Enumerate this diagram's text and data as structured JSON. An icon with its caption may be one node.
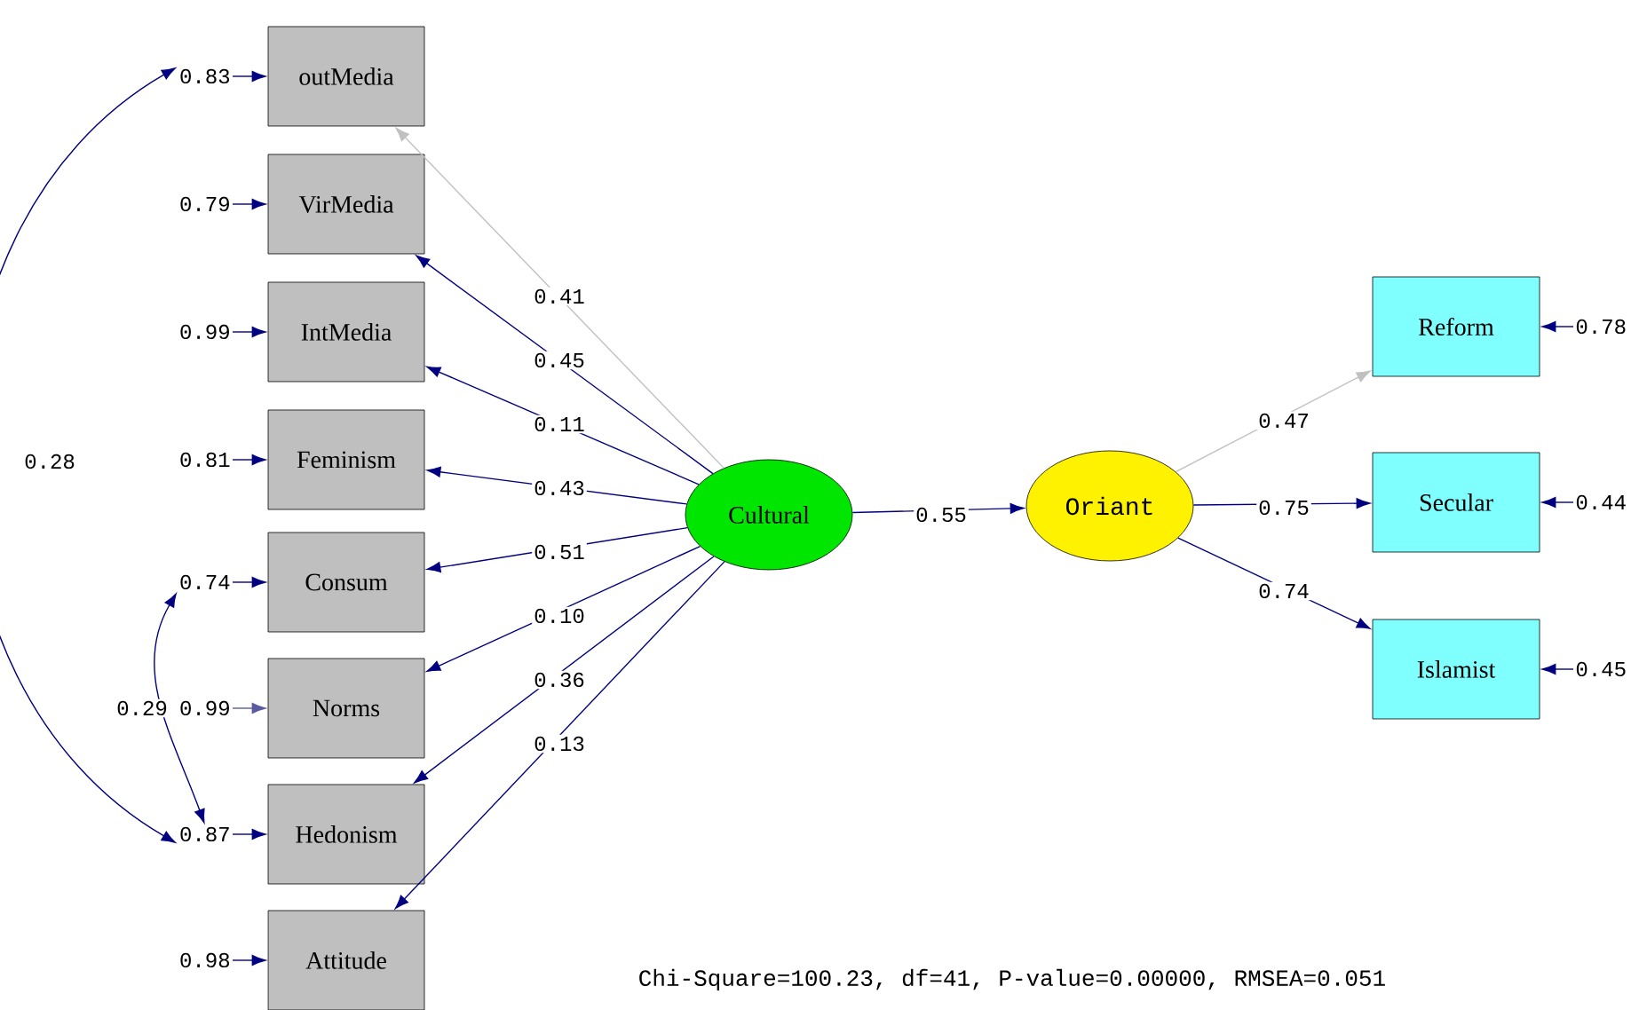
{
  "diagram": {
    "nodes": [
      {
        "text": [
          "outMedia"
        ]
      },
      {
        "text": [
          "VirMedia"
        ]
      },
      {
        "text": [
          "IntMedia"
        ]
      },
      {
        "text": [
          "Feminism"
        ]
      },
      {
        "text": [
          "Consum"
        ]
      },
      {
        "text": [
          "Norms"
        ]
      },
      {
        "text": [
          "Hedonism"
        ]
      },
      {
        "text": [
          "Attitude"
        ]
      },
      {
        "text": [
          "Cultural"
        ]
      },
      {
        "text": [
          "Oriant"
        ]
      },
      {
        "text": [
          "Reform"
        ]
      },
      {
        "text": [
          "Secular"
        ]
      },
      {
        "text": [
          "Islamist"
        ]
      },
      {
        "text": [
          "0.83"
        ]
      },
      {
        "text": [
          "0.79"
        ]
      },
      {
        "text": [
          "0.99"
        ]
      },
      {
        "text": [
          "0.81"
        ]
      },
      {
        "text": [
          "0.74"
        ]
      },
      {
        "text": [
          "0.99"
        ]
      },
      {
        "text": [
          "0.87"
        ]
      },
      {
        "text": [
          "0.98"
        ]
      },
      {
        "text": [
          "0.78"
        ]
      },
      {
        "text": [
          "0.44"
        ]
      },
      {
        "text": [
          "0.45"
        ]
      }
    ],
    "edges": [
      {
        "from": 8,
        "to": 0,
        "arrow": "to",
        "label": "0.41",
        "color": "#c0c0c0"
      },
      {
        "from": 8,
        "to": 1,
        "arrow": "to",
        "label": "0.45"
      },
      {
        "from": 8,
        "to": 2,
        "arrow": "to",
        "label": "0.11"
      },
      {
        "from": 8,
        "to": 3,
        "arrow": "to",
        "label": "0.43"
      },
      {
        "from": 8,
        "to": 4,
        "arrow": "to",
        "label": "0.51"
      },
      {
        "from": 8,
        "to": 5,
        "arrow": "to",
        "label": "0.10"
      },
      {
        "from": 8,
        "to": 6,
        "arrow": "to",
        "label": "0.36"
      },
      {
        "from": 8,
        "to": 7,
        "arrow": "to",
        "label": "0.13"
      },
      {
        "from": 8,
        "to": 9,
        "arrow": "to",
        "label": "0.55"
      },
      {
        "from": 9,
        "to": 10,
        "arrow": "to",
        "label": "0.47",
        "color": "#c0c0c0"
      },
      {
        "from": 9,
        "to": 11,
        "arrow": "to",
        "label": "0.75"
      },
      {
        "from": 9,
        "to": 12,
        "arrow": "to",
        "label": "0.74"
      },
      {
        "from": 13,
        "to": 0,
        "arrow": "to"
      },
      {
        "from": 14,
        "to": 1,
        "arrow": "to"
      },
      {
        "from": 15,
        "to": 2,
        "arrow": "to"
      },
      {
        "from": 16,
        "to": 3,
        "arrow": "to"
      },
      {
        "from": 17,
        "to": 4,
        "arrow": "to"
      },
      {
        "from": 18,
        "to": 5,
        "arrow": "to",
        "color": "#5a5aa0"
      },
      {
        "from": 19,
        "to": 6,
        "arrow": "to"
      },
      {
        "from": 20,
        "to": 7,
        "arrow": "to"
      },
      {
        "from": 21,
        "to": 10,
        "arrow": "to"
      },
      {
        "from": 22,
        "to": 11,
        "arrow": "to"
      },
      {
        "from": 23,
        "to": 12,
        "arrow": "to"
      },
      {
        "from": 13,
        "to": 19,
        "arrow": "both",
        "label": "0.28"
      },
      {
        "from": 17,
        "to": 19,
        "arrow": "both",
        "label": "0.29"
      }
    ],
    "labels": [
      "Chi-Square=100.23, df=41, P-value=0.00000, RMSEA=0.051"
    ]
  }
}
